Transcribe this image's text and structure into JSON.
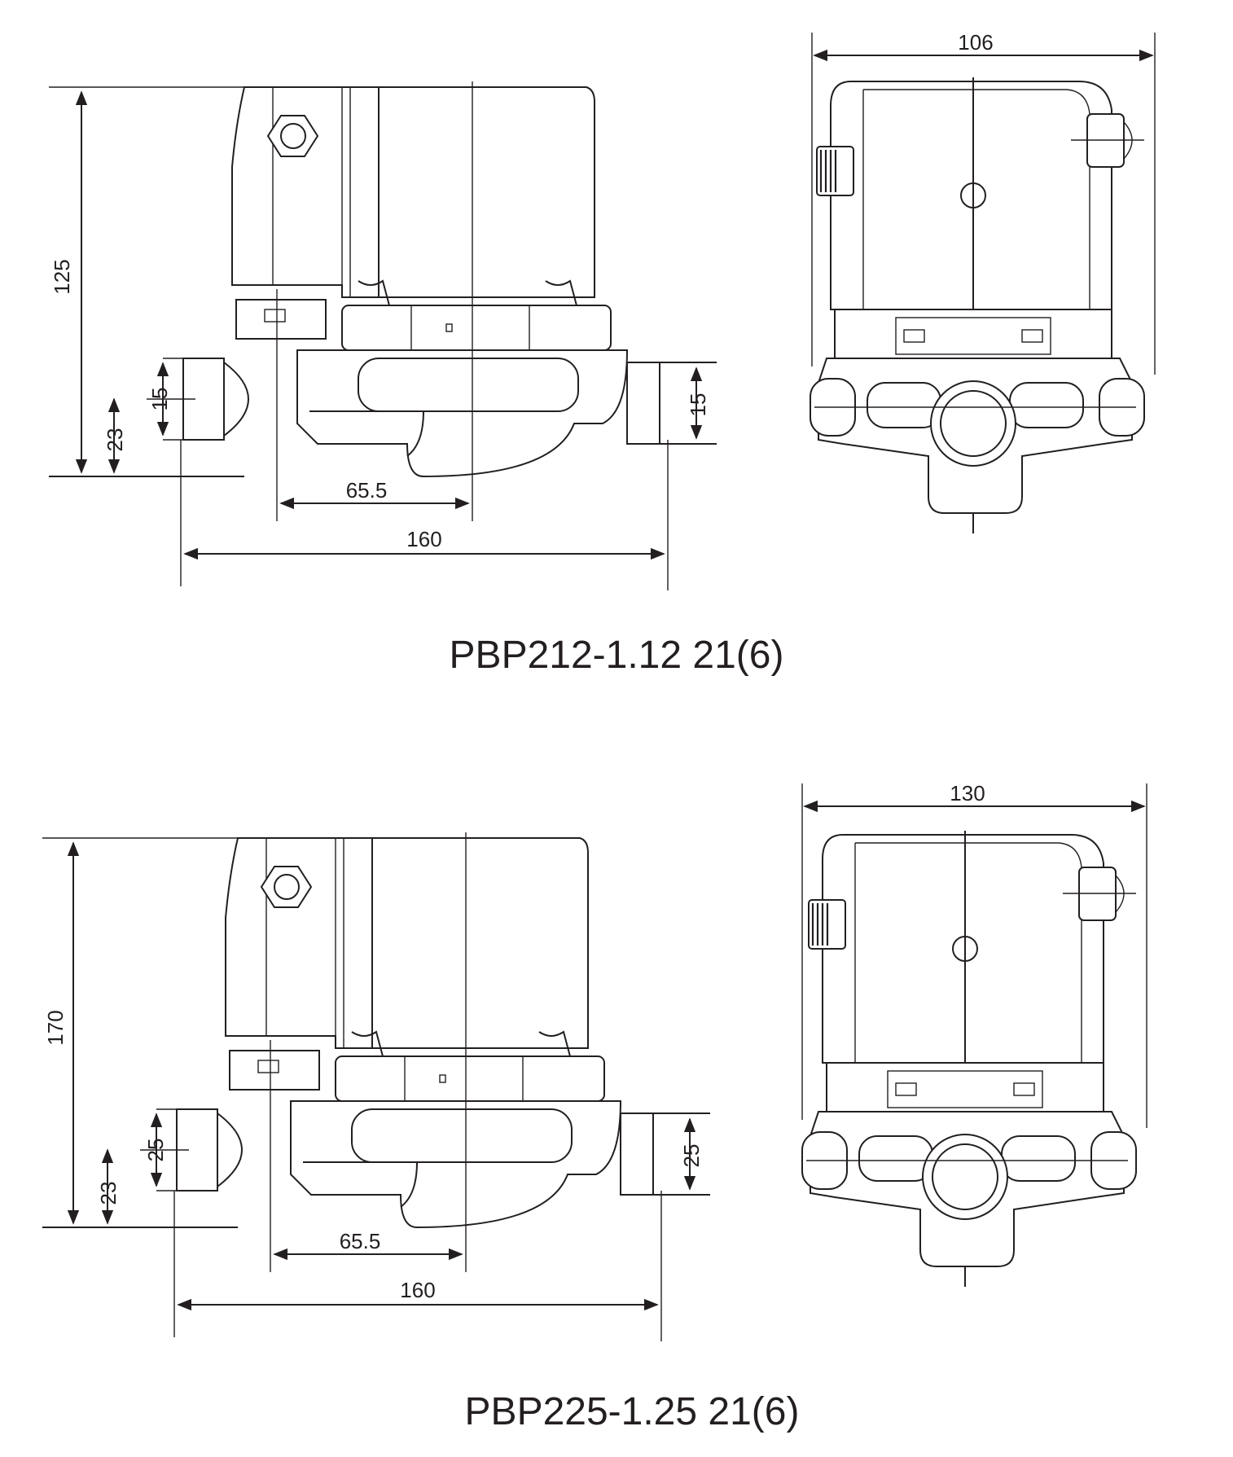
{
  "colors": {
    "ink": "#231f20",
    "paper": "#ffffff"
  },
  "drawings": [
    {
      "caption": "PBP212-1.12 21(6)",
      "side": {
        "height": "125",
        "inlet": "15",
        "outlet": "15",
        "axis": "23",
        "offset": "65.5",
        "length": "160"
      },
      "front": {
        "width": "106"
      }
    },
    {
      "caption": "PBP225-1.25 21(6)",
      "side": {
        "height": "170",
        "inlet": "25",
        "outlet": "25",
        "axis": "23",
        "offset": "65.5",
        "length": "160"
      },
      "front": {
        "width": "130"
      }
    }
  ]
}
